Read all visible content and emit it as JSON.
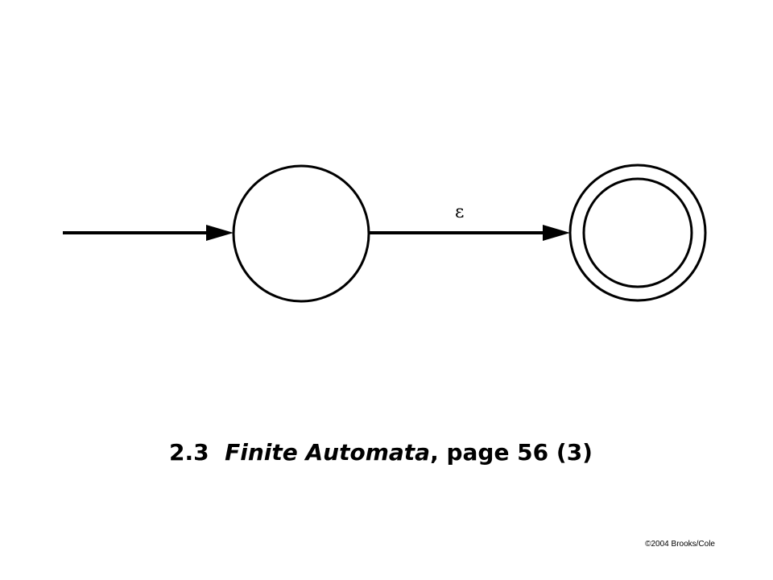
{
  "diagram": {
    "states": [
      {
        "id": "start",
        "accepting": false,
        "initial": true
      },
      {
        "id": "accept",
        "accepting": true,
        "initial": false
      }
    ],
    "transitions": [
      {
        "from": "start",
        "to": "accept",
        "label": "ε"
      }
    ]
  },
  "caption": {
    "number": "2.3",
    "title": "Finite Automata",
    "rest": ", page 56 (3)"
  },
  "copyright": "©2004 Brooks/Cole"
}
